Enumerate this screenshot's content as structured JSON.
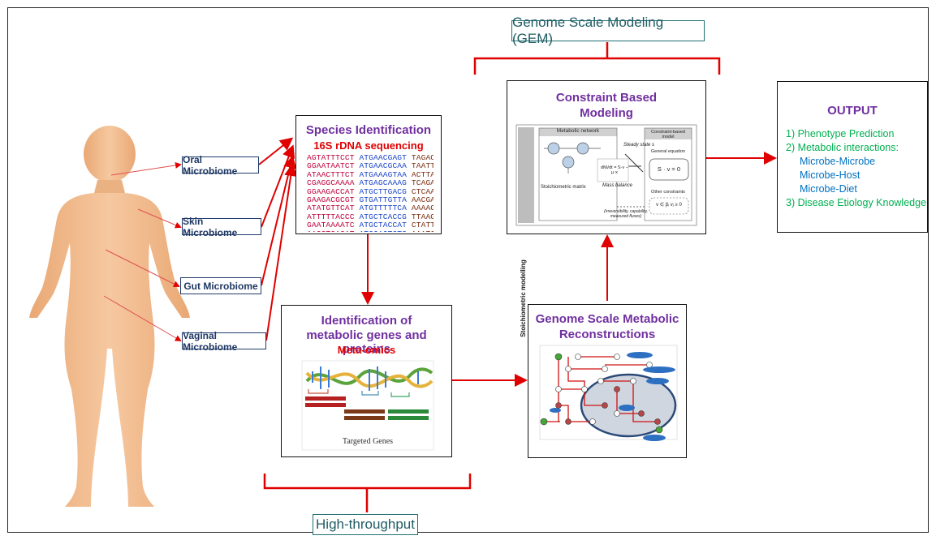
{
  "bracket_labels": {
    "top": "Genome Scale Modeling (GEM)",
    "bottom": "High-throughput"
  },
  "microbiomes": [
    "Oral Microbiome",
    "Skin Microbiome",
    "Gut Microbiome",
    "Vaginal Microbiome"
  ],
  "species": {
    "title": "Species Identification",
    "subtitle": "16S rDNA sequencing",
    "sequences": [
      [
        "AGTATTTCCT ",
        "ATGAACGAGT ",
        "TAGACGC"
      ],
      [
        "GGAATAATCT ",
        "ATGAACGCAA ",
        "TAATTAT"
      ],
      [
        "ATAACTTTCT ",
        "ATGAAAGTAA ",
        "ACTTAAT"
      ],
      [
        "CGAGGCAAAA ",
        "ATGAGCAAAG ",
        "TCAGACT"
      ],
      [
        "GGAAGACCAT ",
        "ATGCTTGACG ",
        "CTCAAAC"
      ],
      [
        "GAAGACGCGT ",
        "GTGATTGTTA ",
        "AACGACC"
      ],
      [
        "ATATGTTCAT ",
        "ATGTTTTTCA ",
        "AAAAGAA"
      ],
      [
        "ATTTTTACCC ",
        "ATGCTCACCG ",
        "TTAAGCA"
      ],
      [
        "GAATAAAATC ",
        "ATGCTACCAT ",
        "CTATTTC"
      ],
      [
        "AACGTCACAT ",
        "ATGCACTGTC ",
        "AAATGTC"
      ]
    ]
  },
  "metabolic_genes": {
    "title_line1": "Identification of",
    "title_line2": "metabolic genes and proteins",
    "subtitle": "Meta-omics",
    "image_caption": "Targeted Genes"
  },
  "reconstruction": {
    "title_line1": "Genome Scale Metabolic",
    "title_line2": "Reconstructions"
  },
  "constraint": {
    "title_line1": "Constraint Based",
    "title_line2": "Modeling",
    "panel": {
      "side_label": "Stoichiometric modelling",
      "network_label": "Metabolic network",
      "matrix_label": "Stoichiometric matrix",
      "steady_state": "Steady state s",
      "mass_balance": "Mass balance",
      "model_header": "Constraint-based model",
      "general_eq_label": "General equation",
      "general_eq": "S · v = 0",
      "other_label": "Other constraints",
      "other_eq": "v ∈ βᵢ    vⱼ ≥ 0",
      "note": "(irreversibility, capability, measured fluxes)",
      "ode": "dMᵢ/dt = S·v − μ·x"
    }
  },
  "output": {
    "title": "OUTPUT",
    "items": [
      {
        "text": "1) Phenotype Prediction",
        "color": "#00b050"
      },
      {
        "text": "2) Metabolic interactions:",
        "color": "#00b050"
      },
      {
        "text": "Microbe-Microbe",
        "color": "#0070c0"
      },
      {
        "text": "Microbe-Host",
        "color": "#0070c0"
      },
      {
        "text": "Microbe-Diet",
        "color": "#0070c0"
      },
      {
        "text": "3) Disease Etiology Knowledge",
        "color": "#00b050"
      }
    ]
  },
  "colors": {
    "arrow": "#e00000",
    "bracket": "#e00000",
    "title": "#7030a0",
    "body": "#f2c196"
  }
}
